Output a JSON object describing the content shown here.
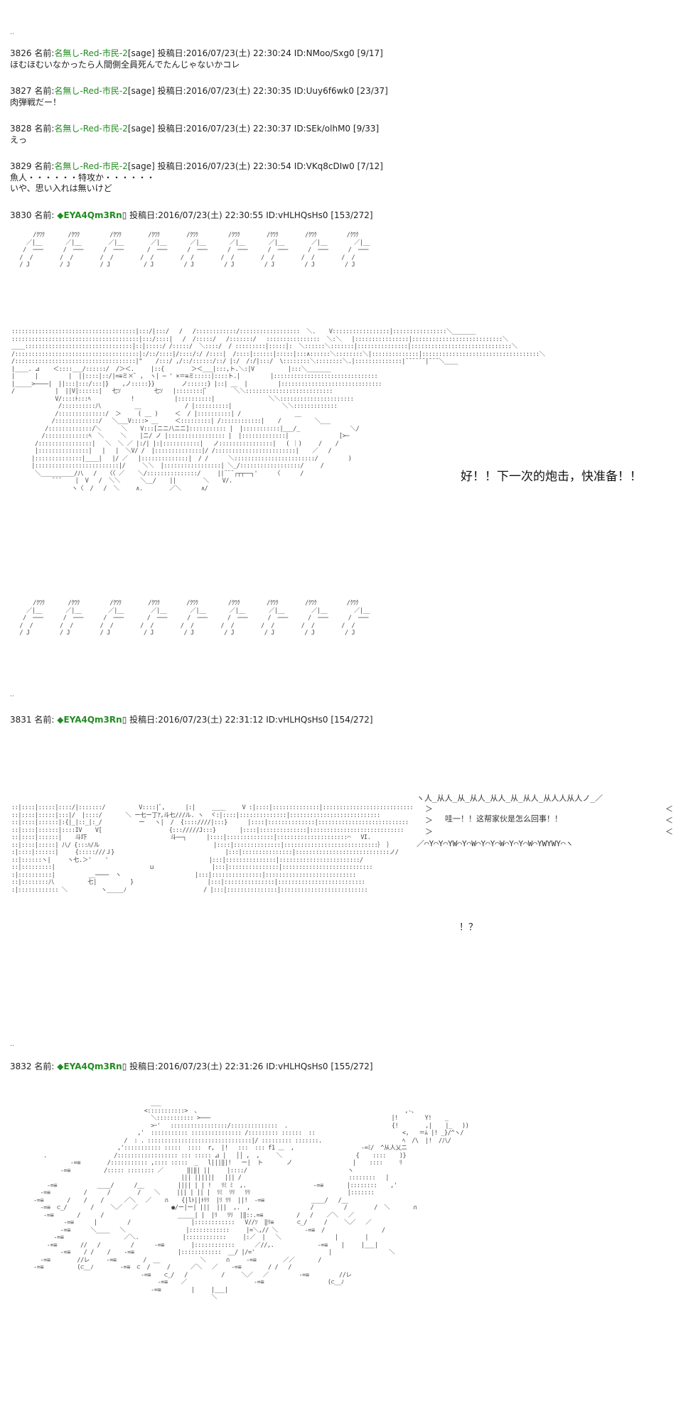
{
  "top_dots": "..",
  "posts": [
    {
      "num": "3826",
      "label": "名前:",
      "name": "名無し-Red-市民-2",
      "sage": "[sage]",
      "date_label": "投稿日:",
      "date": "2016/07/23(土) 22:30:24",
      "id": "ID:NMoo/Sxg0",
      "count": "[9/17]",
      "body": [
        "ほむほむいなかったら人間側全員死んでたんじゃないかコレ"
      ]
    },
    {
      "num": "3827",
      "label": "名前:",
      "name": "名無し-Red-市民-2",
      "sage": "[sage]",
      "date_label": "投稿日:",
      "date": "2016/07/23(土) 22:30:35",
      "id": "ID:Uuy6f6wk0",
      "count": "[23/37]",
      "body": [
        "肉弾戦だー！"
      ]
    },
    {
      "num": "3828",
      "label": "名前:",
      "name": "名無し-Red-市民-2",
      "sage": "[sage]",
      "date_label": "投稿日:",
      "date": "2016/07/23(土) 22:30:37",
      "id": "ID:SEk/olhM0",
      "count": "[9/33]",
      "body": [
        "えっ"
      ]
    },
    {
      "num": "3829",
      "label": "名前:",
      "name": "名無し-Red-市民-2",
      "sage": "[sage]",
      "date_label": "投稿日:",
      "date": "2016/07/23(土) 22:30:54",
      "id": "ID:VKq8cDIw0",
      "count": "[7/12]",
      "body": [
        "魚人・・・・・・特攻か・・・・・・",
        "いや、思い入れは無いけど"
      ]
    }
  ],
  "op_posts": [
    {
      "num": "3830",
      "label": "名前:",
      "name": "◆EYA4Qm3Rn",
      "marker": "▯",
      "date_label": "投稿日:",
      "date": "2016/07/23(土) 22:30:55",
      "id": "ID:vHLHQsHs0",
      "count": "[153/272]"
    },
    {
      "num": "3831",
      "label": "名前:",
      "name": "◆EYA4Qm3Rn",
      "marker": "▯",
      "date_label": "投稿日:",
      "date": "2016/07/23(土) 22:31:12",
      "id": "ID:vHLHQsHs0",
      "count": "[154/272]"
    },
    {
      "num": "3832",
      "label": "名前:",
      "name": "◆EYA4Qm3Rn",
      "marker": "▯",
      "date_label": "投稿日:",
      "date": "2016/07/23(土) 22:31:26",
      "id": "ID:vHLHQsHs0",
      "count": "[155/272]"
    }
  ],
  "caption_3830": "好！！下一次的炮击，快准备！！",
  "bubble_3831": {
    "top": "ヽ人_从人_从_从人_从人_从_从人_从人人从人ノ_／",
    "left1": "＞",
    "text": "哇一！！这帮家伙是怎么回事！！",
    "right1": "＜",
    "bottom": "／⌒Y⌒Y⌒YW⌒Y⌒W⌒Y⌒Y⌒W⌒Y⌒Y⌒W⌒YWYWY⌒ヽ"
  },
  "question_3831": "！？",
  "sep_dots": ".."
}
